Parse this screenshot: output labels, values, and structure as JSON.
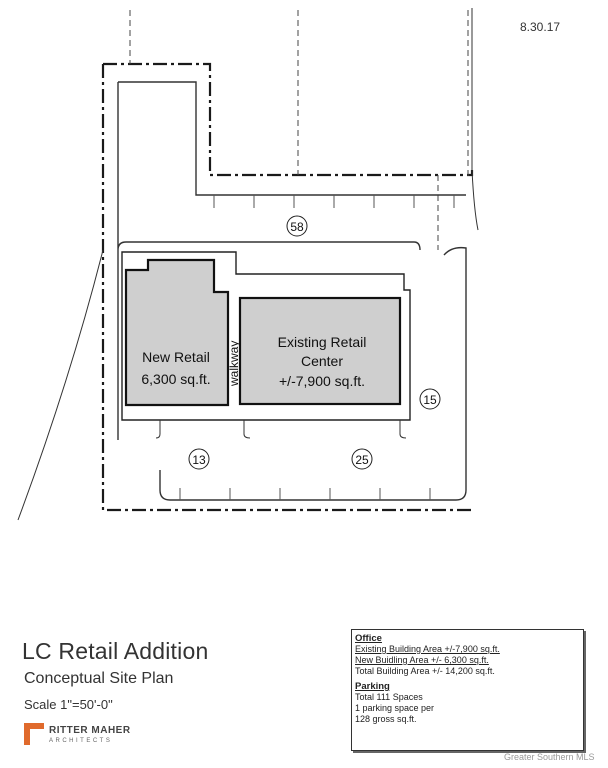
{
  "date": "8.30.17",
  "title": "LC Retail Addition",
  "subtitle": "Conceptual Site Plan",
  "scale": "Scale 1\"=50'-0\"",
  "buildings": {
    "new": {
      "line1": "New Retail",
      "line2": "6,300 sq.ft."
    },
    "existing": {
      "line1": "Existing Retail",
      "line2": "Center",
      "line3": "+/-7,900 sq.ft."
    },
    "walkway": "walkway"
  },
  "parking_counts": {
    "north": "58",
    "east": "15",
    "southwest": "13",
    "south": "25"
  },
  "info_box": {
    "office_heading": "Office",
    "existing_area": "Existing Building Area +/-7,900 sq.ft.",
    "new_area": "New Buidling Area     +/- 6,300 sq.ft.",
    "total_area": "Total Building Area  +/- 14,200 sq.ft.",
    "parking_heading": "Parking",
    "total_spaces": "Total     111 Spaces",
    "ratio_line1": "1 parking space per",
    "ratio_line2": "128 gross sq.ft."
  },
  "logo": {
    "name": "RITTER MAHER",
    "sub": "ARCHITECTS"
  },
  "watermark": "Greater Southern MLS",
  "colors": {
    "building_fill": "#cfcfcf",
    "line": "#1a1a1a",
    "logo_accent": "#e06a2c"
  }
}
